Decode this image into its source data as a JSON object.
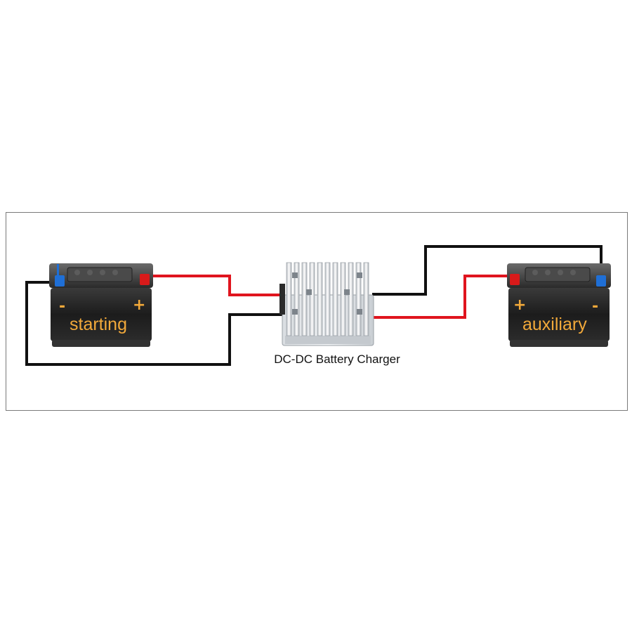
{
  "batteries": {
    "starting": {
      "label": "starting",
      "negative_sign": "-",
      "positive_sign": "+"
    },
    "auxiliary": {
      "label": "auxiliary",
      "negative_sign": "-",
      "positive_sign": "+"
    }
  },
  "charger": {
    "caption": "DC-DC Battery Charger"
  },
  "colors": {
    "positive_wire": "#e0141e",
    "negative_wire": "#111111",
    "label": "#f2a93a",
    "positive_terminal": "#d81a1a",
    "negative_terminal": "#1f6fd6"
  }
}
